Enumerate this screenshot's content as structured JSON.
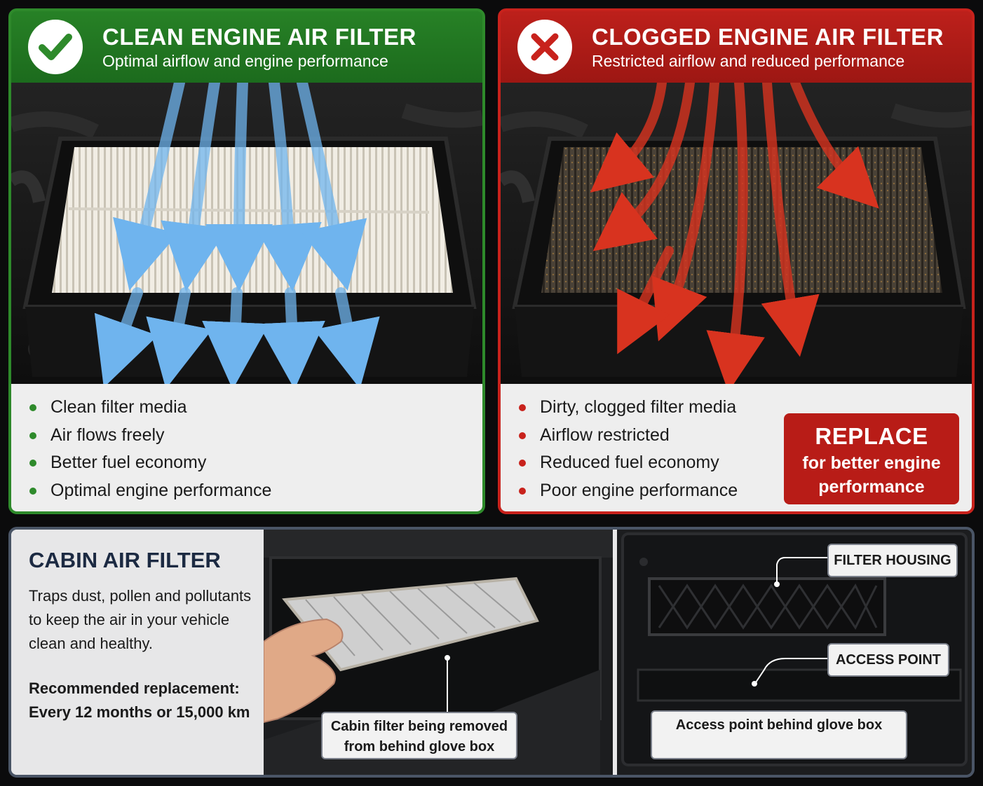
{
  "clean": {
    "title": "CLEAN ENGINE AIR FILTER",
    "subtitle": "Optimal airflow and engine performance",
    "badge_icon": "check-icon",
    "accent": "#2e8a2b",
    "points": [
      "Clean filter media",
      "Air flows freely",
      "Better fuel economy",
      "Optimal engine performance"
    ]
  },
  "clogged": {
    "title": "CLOGGED ENGINE AIR FILTER",
    "subtitle": "Restricted airflow and reduced performance",
    "badge_icon": "cross-icon",
    "accent": "#c8221c",
    "points": [
      "Dirty, clogged filter media",
      "Airflow restricted",
      "Reduced fuel economy",
      "Poor engine performance"
    ],
    "cta_title": "REPLACE",
    "cta_subtitle": "for better engine performance"
  },
  "cabin": {
    "title": "CABIN AIR FILTER",
    "description": "Traps dust, pollen and pollutants to keep the air in your vehicle clean and healthy.",
    "recommendation_label": "Recommended replacement:",
    "recommendation_value": "Every 12 months or 15,000 km",
    "callout_removed": "Cabin filter being removed from behind glove box",
    "label_housing": "FILTER HOUSING",
    "label_access": "ACCESS POINT",
    "callout_behind": "Access point behind glove box"
  }
}
